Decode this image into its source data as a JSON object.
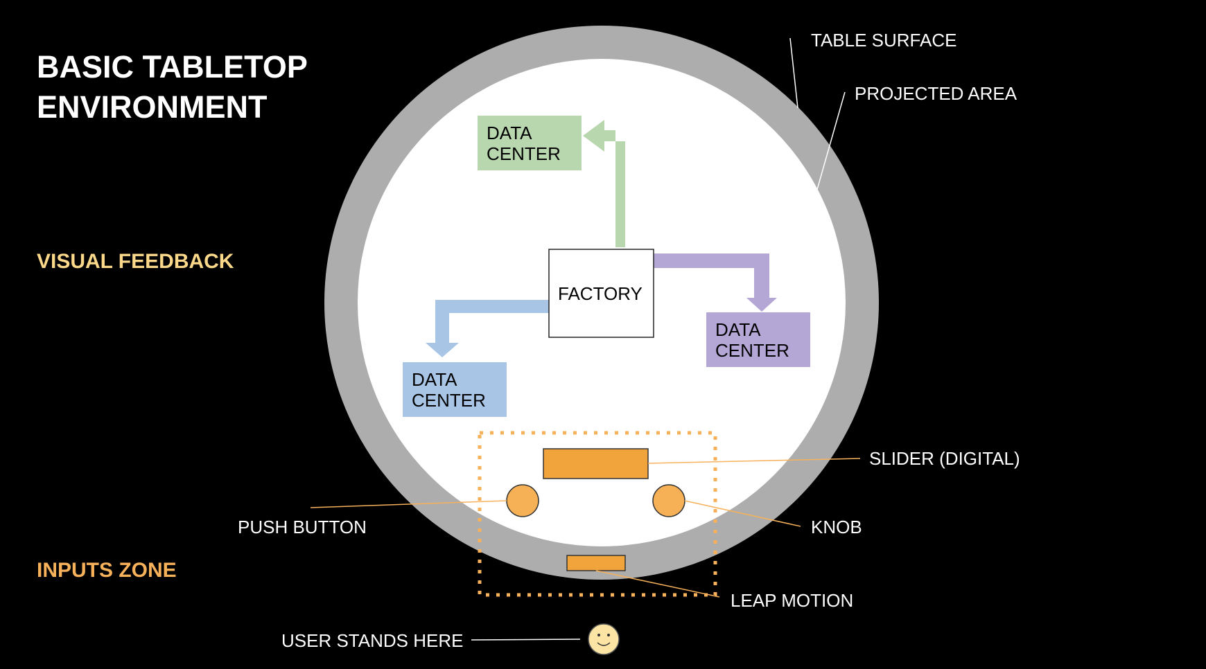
{
  "title_line1": "BASIC TABLETOP",
  "title_line2": "ENVIRONMENT",
  "section_visual": "VISUAL FEEDBACK",
  "section_inputs": "INPUTS ZONE",
  "labels": {
    "table_surface": "TABLE SURFACE",
    "projected_area": "PROJECTED AREA",
    "slider": "SLIDER (DIGITAL)",
    "push_button": "PUSH BUTTON",
    "knob": "KNOB",
    "leap_motion": "LEAP MOTION",
    "user": "USER STANDS HERE"
  },
  "nodes": {
    "factory": "FACTORY",
    "dc_green_1": "DATA",
    "dc_green_2": "CENTER",
    "dc_purple_1": "DATA",
    "dc_purple_2": "CENTER",
    "dc_blue_1": "DATA",
    "dc_blue_2": "CENTER"
  },
  "colors": {
    "background": "#000000",
    "table_ring": "#adadad",
    "projected": "#ffffff",
    "green": "#b9d7ae",
    "purple": "#b4a7d6",
    "blue": "#a8c5e6",
    "orange": "#f1a33c",
    "orange_light": "#f6b157",
    "visual_title": "#fcd98a",
    "inputs_title": "#f6b15a",
    "smiley": "#fce5a4"
  }
}
